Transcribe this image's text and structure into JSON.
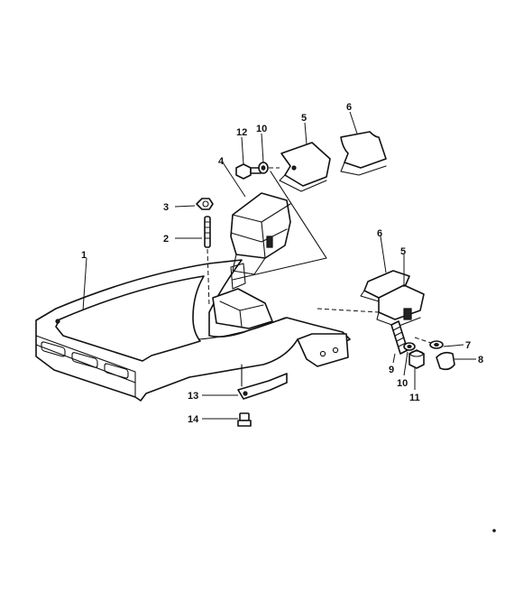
{
  "labels": {
    "l1": "1",
    "l2": "2",
    "l3": "3",
    "l4": "4",
    "l5a": "5",
    "l6a": "6",
    "l10a": "10",
    "l12": "12",
    "l6b": "6",
    "l5b": "5",
    "l7": "7",
    "l8": "8",
    "l9": "9",
    "l10b": "10",
    "l11": "11",
    "l13": "13",
    "l14": "14"
  }
}
